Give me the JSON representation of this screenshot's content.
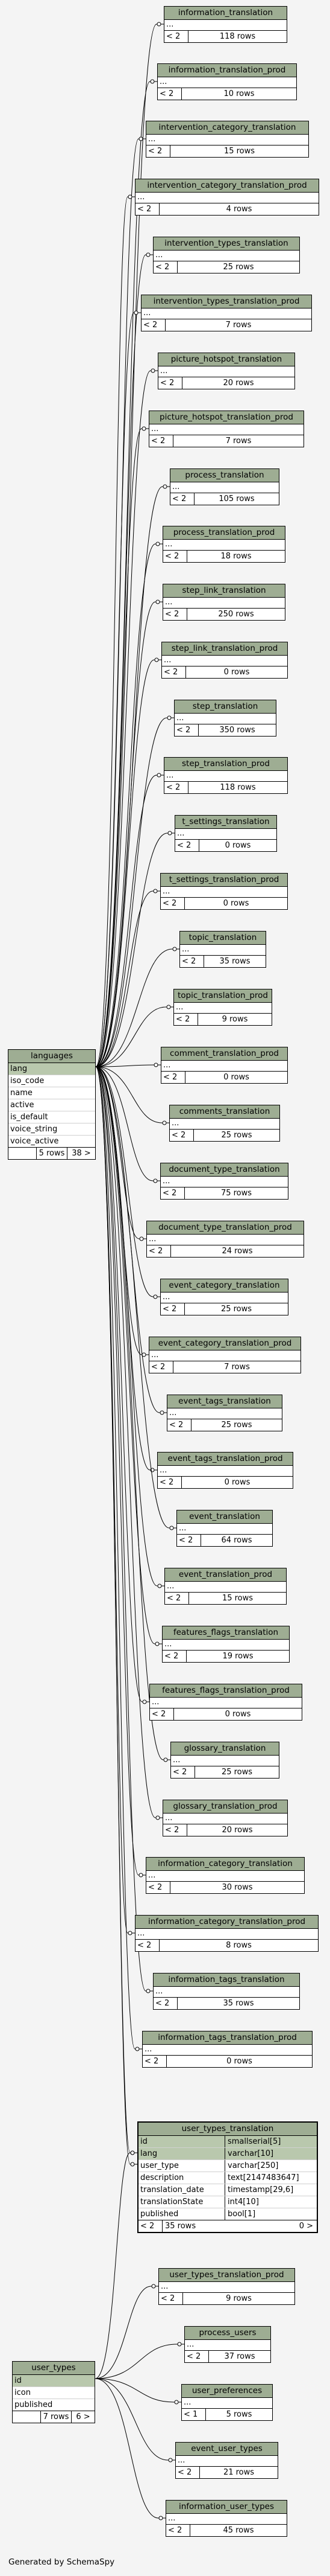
{
  "generated_by": "Generated by SchemaSpy",
  "colors": {
    "header": "#9ead93",
    "key": "#b9c8ad",
    "line": "#000000",
    "background": "#f4f4f4"
  },
  "lang_tables": [
    {
      "name": "information_translation",
      "rows": "118 rows"
    },
    {
      "name": "information_translation_prod",
      "rows": "10 rows"
    },
    {
      "name": "intervention_category_translation",
      "rows": "15 rows"
    },
    {
      "name": "intervention_category_translation_prod",
      "rows": "4 rows"
    },
    {
      "name": "intervention_types_translation",
      "rows": "25 rows"
    },
    {
      "name": "intervention_types_translation_prod",
      "rows": "7 rows"
    },
    {
      "name": "picture_hotspot_translation",
      "rows": "20 rows"
    },
    {
      "name": "picture_hotspot_translation_prod",
      "rows": "7 rows"
    },
    {
      "name": "process_translation",
      "rows": "105 rows"
    },
    {
      "name": "process_translation_prod",
      "rows": "18 rows"
    },
    {
      "name": "step_link_translation",
      "rows": "250 rows"
    },
    {
      "name": "step_link_translation_prod",
      "rows": "0 rows"
    },
    {
      "name": "step_translation",
      "rows": "350 rows"
    },
    {
      "name": "step_translation_prod",
      "rows": "118 rows"
    },
    {
      "name": "t_settings_translation",
      "rows": "0 rows"
    },
    {
      "name": "t_settings_translation_prod",
      "rows": "0 rows"
    },
    {
      "name": "topic_translation",
      "rows": "35 rows"
    },
    {
      "name": "topic_translation_prod",
      "rows": "9 rows"
    },
    {
      "name": "comment_translation_prod",
      "rows": "0 rows"
    },
    {
      "name": "comments_translation",
      "rows": "25 rows"
    },
    {
      "name": "document_type_translation",
      "rows": "75 rows"
    },
    {
      "name": "document_type_translation_prod",
      "rows": "24 rows"
    },
    {
      "name": "event_category_translation",
      "rows": "25 rows"
    },
    {
      "name": "event_category_translation_prod",
      "rows": "7 rows"
    },
    {
      "name": "event_tags_translation",
      "rows": "25 rows"
    },
    {
      "name": "event_tags_translation_prod",
      "rows": "0 rows"
    },
    {
      "name": "event_translation",
      "rows": "64 rows"
    },
    {
      "name": "event_translation_prod",
      "rows": "15 rows"
    },
    {
      "name": "features_flags_translation",
      "rows": "19 rows"
    },
    {
      "name": "features_flags_translation_prod",
      "rows": "0 rows"
    },
    {
      "name": "glossary_translation",
      "rows": "25 rows"
    },
    {
      "name": "glossary_translation_prod",
      "rows": "20 rows"
    },
    {
      "name": "information_category_translation",
      "rows": "30 rows"
    },
    {
      "name": "information_category_translation_prod",
      "rows": "8 rows"
    },
    {
      "name": "information_tags_translation",
      "rows": "35 rows"
    },
    {
      "name": "information_tags_translation_prod",
      "rows": "0 rows"
    }
  ],
  "user_tables": [
    {
      "name": "user_types_translation_prod",
      "rows": "9 rows"
    },
    {
      "name": "process_users",
      "rows": "37 rows"
    },
    {
      "name": "user_preferences",
      "rows": "5 rows",
      "children": "< 1"
    },
    {
      "name": "event_user_types",
      "rows": "21 rows"
    },
    {
      "name": "information_user_types",
      "rows": "45 rows"
    }
  ],
  "languages": {
    "name": "languages",
    "columns": [
      "lang",
      "iso_code",
      "name",
      "active",
      "is_default",
      "voice_string",
      "voice_active"
    ],
    "footer_rows": "5 rows",
    "footer_children": "38 >"
  },
  "user_types": {
    "name": "user_types",
    "columns": [
      "id",
      "icon",
      "published"
    ],
    "footer_rows": "7 rows",
    "footer_children": "6 >"
  },
  "user_types_translation": {
    "name": "user_types_translation",
    "columns": [
      {
        "name": "id",
        "type": "smallserial[5]"
      },
      {
        "name": "lang",
        "type": "varchar[10]"
      },
      {
        "name": "user_type",
        "type": "varchar[250]"
      },
      {
        "name": "description",
        "type": "text[2147483647]"
      },
      {
        "name": "translation_date",
        "type": "timestamp[29,6]"
      },
      {
        "name": "translationState",
        "type": "int4[10]"
      },
      {
        "name": "published",
        "type": "bool[1]"
      }
    ],
    "footer_parents": "< 2",
    "footer_rows": "35 rows",
    "footer_children": "0 >"
  },
  "dots": "...",
  "parents_label": "< 2"
}
